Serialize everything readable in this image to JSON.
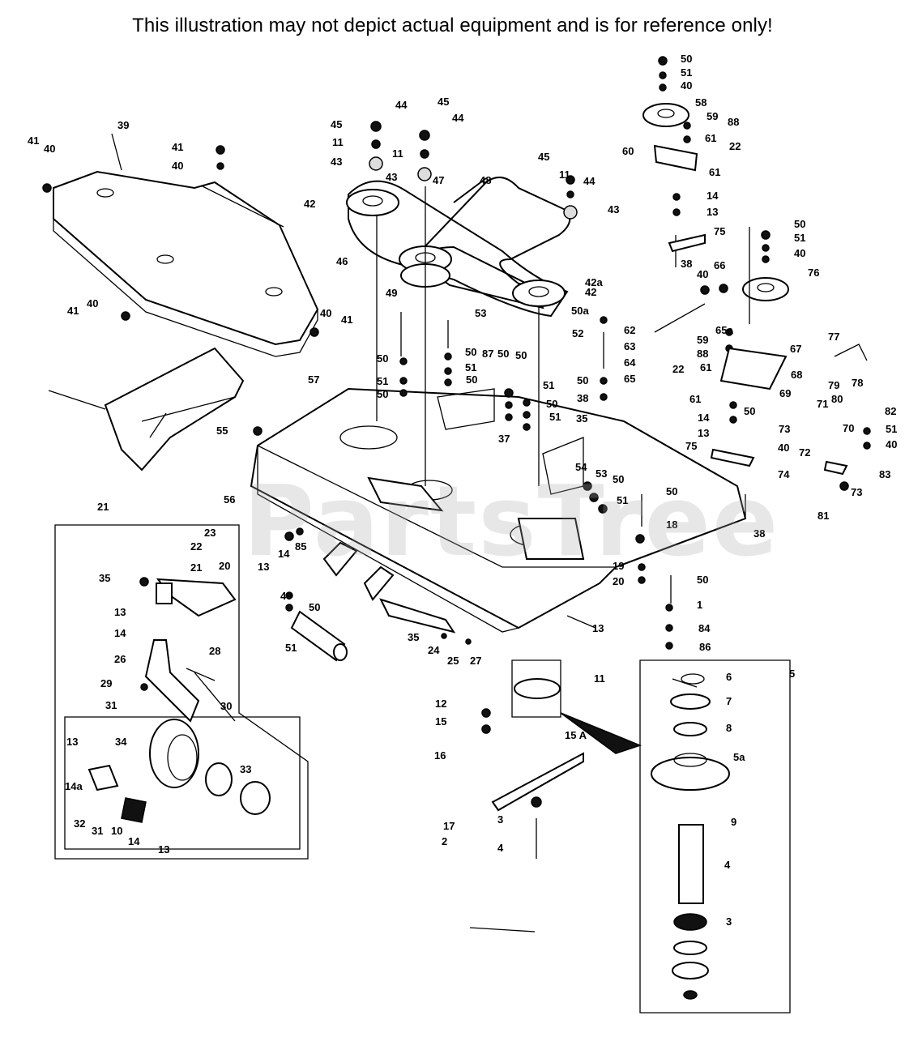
{
  "disclaimer": "This illustration may not depict actual equipment and is for reference only!",
  "watermark": "PartsTree",
  "labels": [
    "50",
    "51",
    "40",
    "58",
    "59",
    "88",
    "61",
    "22",
    "60",
    "61",
    "14",
    "13",
    "75",
    "38",
    "40",
    "66",
    "50",
    "51",
    "40",
    "76",
    "45",
    "44",
    "45",
    "44",
    "11",
    "11",
    "43",
    "43",
    "41",
    "40",
    "39",
    "41",
    "40",
    "45",
    "44",
    "11",
    "43",
    "47",
    "48",
    "42",
    "46",
    "42a",
    "42",
    "41",
    "40",
    "40",
    "41",
    "49",
    "53",
    "50a",
    "52",
    "62",
    "63",
    "64",
    "65",
    "65a",
    "59",
    "88",
    "61",
    "22",
    "67",
    "77",
    "68",
    "79",
    "78",
    "69",
    "71",
    "80",
    "50",
    "73",
    "70",
    "72",
    "82",
    "51",
    "40",
    "61",
    "14",
    "13",
    "75",
    "40",
    "74",
    "83",
    "73",
    "81",
    "38",
    "50",
    "51",
    "50",
    "87",
    "50",
    "51",
    "50",
    "50",
    "50",
    "51",
    "50",
    "51",
    "50",
    "38",
    "35",
    "37",
    "57",
    "56",
    "55",
    "54",
    "53",
    "50",
    "51",
    "50",
    "18",
    "19",
    "20",
    "21",
    "23",
    "22",
    "21",
    "20",
    "35",
    "13",
    "14",
    "13",
    "14",
    "85",
    "49",
    "50",
    "51",
    "50",
    "1",
    "84",
    "86",
    "13",
    "35",
    "24",
    "25",
    "27",
    "26",
    "28",
    "29",
    "30",
    "31",
    "34",
    "33",
    "13",
    "14a",
    "32",
    "31",
    "10",
    "14",
    "13",
    "11",
    "12",
    "15",
    "15 A",
    "16",
    "17",
    "2",
    "3",
    "4",
    "5",
    "6",
    "7",
    "8",
    "5a",
    "9",
    "4",
    "3"
  ]
}
